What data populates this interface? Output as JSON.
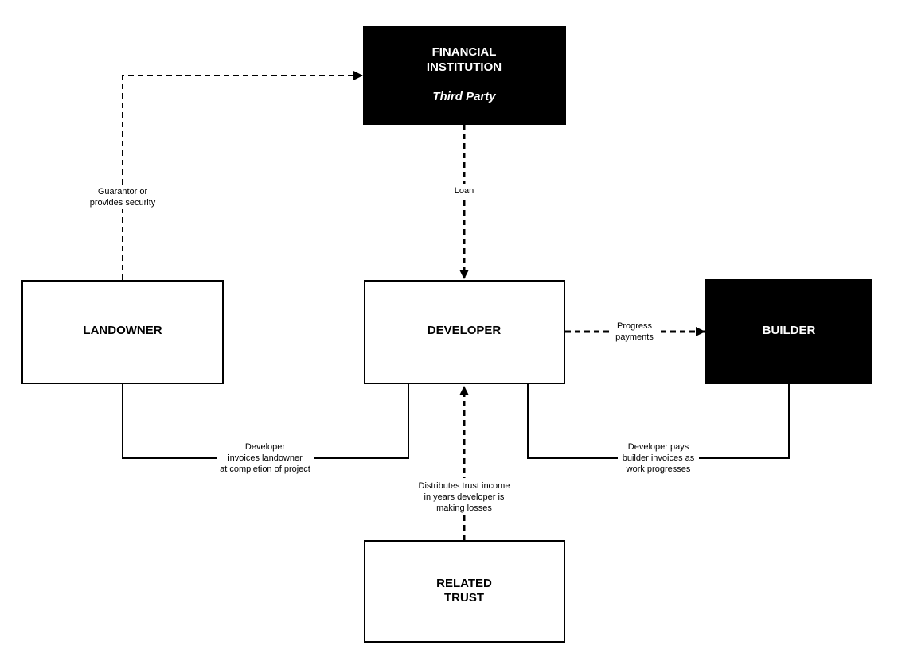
{
  "colors": {
    "background": "#ffffff",
    "outline": "#000000",
    "dark_fill": "#000000",
    "light_fill": "#ffffff",
    "dark_text": "#ffffff",
    "light_text": "#000000"
  },
  "nodes": {
    "financial_institution": {
      "title_line1": "FINANCIAL",
      "title_line2": "INSTITUTION",
      "subtitle": "Third Party",
      "style": "dark"
    },
    "landowner": {
      "title": "LANDOWNER",
      "style": "light"
    },
    "developer": {
      "title": "DEVELOPER",
      "style": "light"
    },
    "builder": {
      "title": "BUILDER",
      "style": "dark"
    },
    "related_trust": {
      "title_line1": "RELATED",
      "title_line2": "TRUST",
      "style": "light"
    }
  },
  "edges": {
    "guarantor": {
      "from": "LANDOWNER",
      "to": "FINANCIAL INSTITUTION",
      "line_style": "dashed",
      "label_line1": "Guarantor or",
      "label_line2": "provides security"
    },
    "loan": {
      "from": "FINANCIAL INSTITUTION",
      "to": "DEVELOPER",
      "line_style": "dashed",
      "label": "Loan"
    },
    "progress_payments": {
      "from": "DEVELOPER",
      "to": "BUILDER",
      "line_style": "dashed",
      "label_line1": "Progress",
      "label_line2": "payments"
    },
    "invoices_landowner": {
      "from": "DEVELOPER",
      "to": "LANDOWNER",
      "line_style": "solid",
      "label_line1": "Developer",
      "label_line2": "invoices landowner",
      "label_line3": "at completion of project"
    },
    "pays_builder": {
      "from": "DEVELOPER",
      "to": "BUILDER",
      "line_style": "solid",
      "label_line1": "Developer pays",
      "label_line2": "builder invoices as",
      "label_line3": "work progresses"
    },
    "trust_income": {
      "from": "RELATED TRUST",
      "to": "DEVELOPER",
      "line_style": "dashed",
      "label_line1": "Distributes trust income",
      "label_line2": "in years developer is",
      "label_line3": "making losses"
    }
  }
}
